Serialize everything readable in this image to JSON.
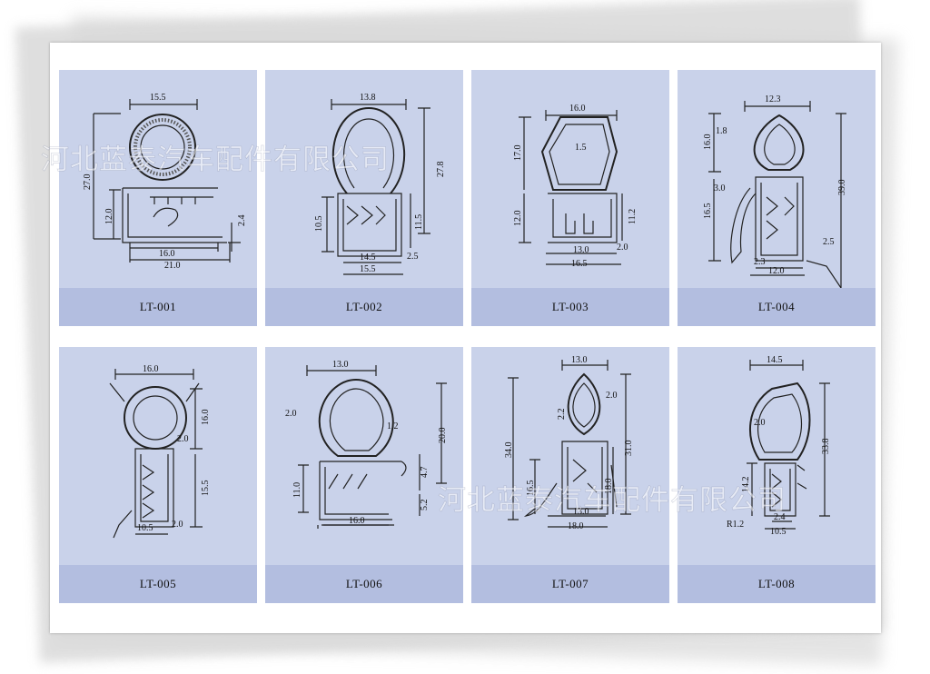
{
  "watermark": "河北蓝泰汽车配件有限公司",
  "products": [
    {
      "code": "LT-001",
      "dims": [
        "15.5",
        "27.0",
        "12.0",
        "2.4",
        "16.0",
        "21.0"
      ]
    },
    {
      "code": "LT-002",
      "dims": [
        "13.8",
        "27.8",
        "10.5",
        "11.5",
        "14.5",
        "2.5",
        "15.5"
      ]
    },
    {
      "code": "LT-003",
      "dims": [
        "16.0",
        "17.0",
        "1.5",
        "12.0",
        "11.2",
        "13.0",
        "2.0",
        "16.5"
      ]
    },
    {
      "code": "LT-004",
      "dims": [
        "12.3",
        "1.8",
        "16.0",
        "3.0",
        "39.0",
        "16.5",
        "2.5",
        "2.3",
        "12.0"
      ]
    },
    {
      "code": "LT-005",
      "dims": [
        "16.0",
        "16.0",
        "2.0",
        "15.5",
        "10.5",
        "2.0"
      ]
    },
    {
      "code": "LT-006",
      "dims": [
        "13.0",
        "2.0",
        "1.2",
        "20.0",
        "11.0",
        "4.7",
        "5.2",
        "16.0"
      ]
    },
    {
      "code": "LT-007",
      "dims": [
        "13.0",
        "2.0",
        "2.2",
        "34.0",
        "31.0",
        "16.5",
        "18.0",
        "13.0",
        "18.0"
      ]
    },
    {
      "code": "LT-008",
      "dims": [
        "14.5",
        "2.0",
        "33.8",
        "14.2",
        "2.4",
        "R1.2",
        "10.5"
      ]
    }
  ]
}
